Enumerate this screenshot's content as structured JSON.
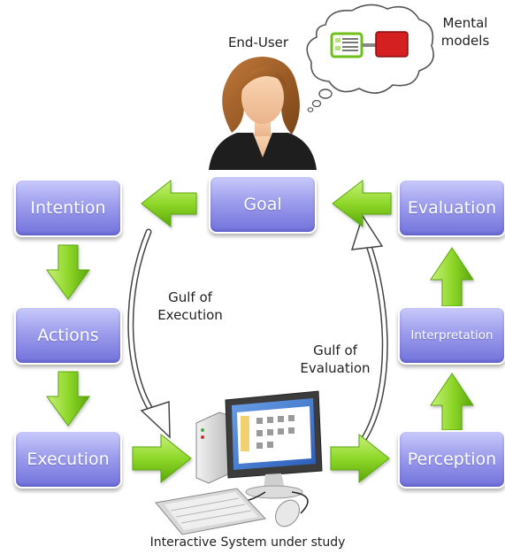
{
  "user": {
    "label": "End-User"
  },
  "mental_models": {
    "label_line1": "Mental",
    "label_line2": "models"
  },
  "boxes": {
    "goal": "Goal",
    "intention": "Intention",
    "actions": "Actions",
    "execution": "Execution",
    "evaluation": "Evaluation",
    "interpretation": "Interpretation",
    "perception": "Perception"
  },
  "gulfs": {
    "execution_line1": "Gulf of",
    "execution_line2": "Execution",
    "evaluation_line1": "Gulf of",
    "evaluation_line2": "Evaluation"
  },
  "system": {
    "label": "Interactive System under study"
  },
  "colors": {
    "box_fill": "#8f8fe8",
    "arrow_fill": "#7fcf1e",
    "arrow_dark": "#5aa70a"
  }
}
